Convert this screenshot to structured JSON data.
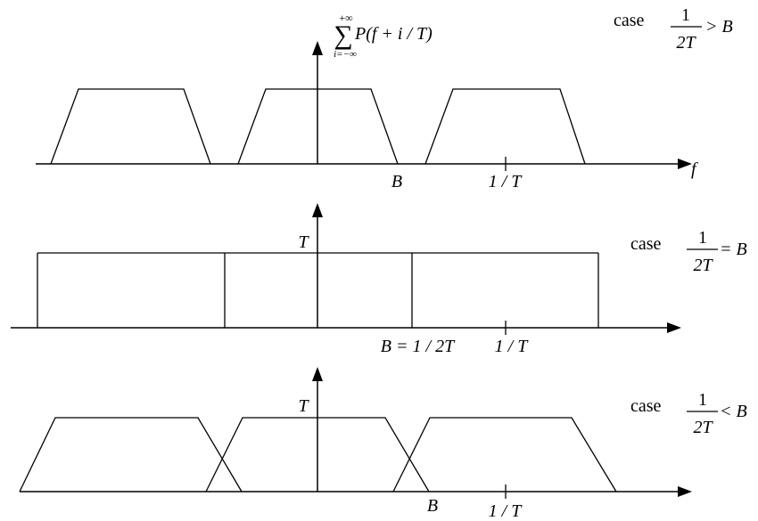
{
  "panels": [
    {
      "name": "top",
      "case_label": "case",
      "case_num": "1",
      "case_den": "2T",
      "case_rel": "> B",
      "axis_var": "f",
      "y_label_sum_top": "+∞",
      "y_label_sum_bottom": "i=−∞",
      "y_label_expr": "P(f + i / T)",
      "tick_B": "B",
      "tick_1T": "1 / T"
    },
    {
      "name": "middle",
      "case_label": "case",
      "case_num": "1",
      "case_den": "2T",
      "case_rel": "= B",
      "y_value": "T",
      "tick_B": "B = 1 / 2T",
      "tick_1T": "1 / T"
    },
    {
      "name": "bottom",
      "case_label": "case",
      "case_num": "1",
      "case_den": "2T",
      "case_rel": "< B",
      "y_value": "T",
      "tick_B": "B",
      "tick_1T": "1 / T"
    }
  ]
}
